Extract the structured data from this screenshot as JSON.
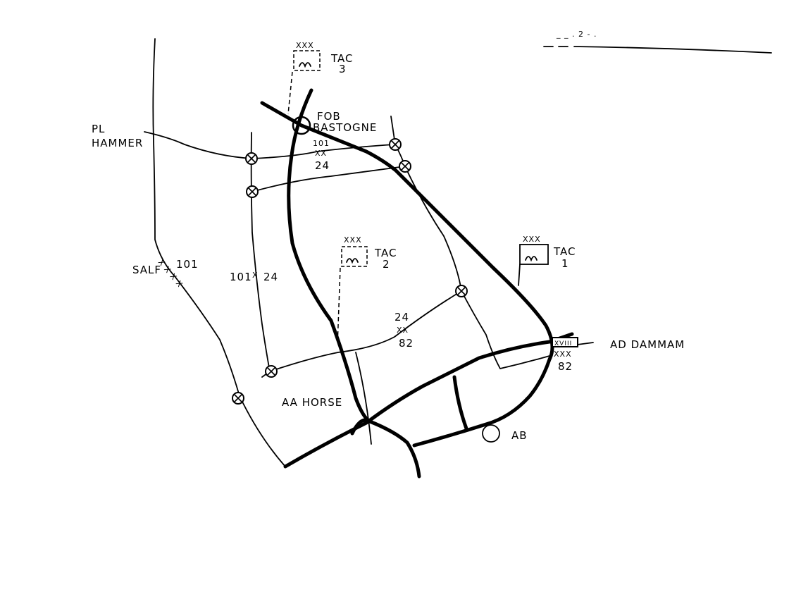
{
  "header": {
    "scribble": "_ _ . 2   - ."
  },
  "labels": {
    "tac3_echelon": "XXX",
    "tac3": "TAC",
    "tac3_num": "3",
    "fob1": "FOB",
    "fob2": "BASTOGNE",
    "pl1": "PL",
    "pl2": "HAMMER",
    "b1_top": "101",
    "b1_mid": "XX",
    "b1_bot": "24",
    "tac2_echelon": "XXX",
    "tac2": "TAC",
    "tac2_num": "2",
    "tac1_echelon": "XXX",
    "tac1": "TAC",
    "tac1_num": "1",
    "salf": "SALF",
    "salf_num": "101",
    "salf_x": "X X X X",
    "b2_left": "101",
    "b2_mid": "X",
    "b2_right": "24",
    "b3_top": "24",
    "b3_mid": "XX",
    "b3_bot": "82",
    "corps": "XVIII",
    "b4_mid": "XXX",
    "b4_bot": "82",
    "ad_dammam": "AD DAMMAM",
    "aa_horse": "AA HORSE",
    "ab": "AB"
  },
  "icons": {
    "tac_symbol": "command-post-icon",
    "checkpoint": "crossed-circle-icon",
    "fob": "objective-circle-icon"
  }
}
